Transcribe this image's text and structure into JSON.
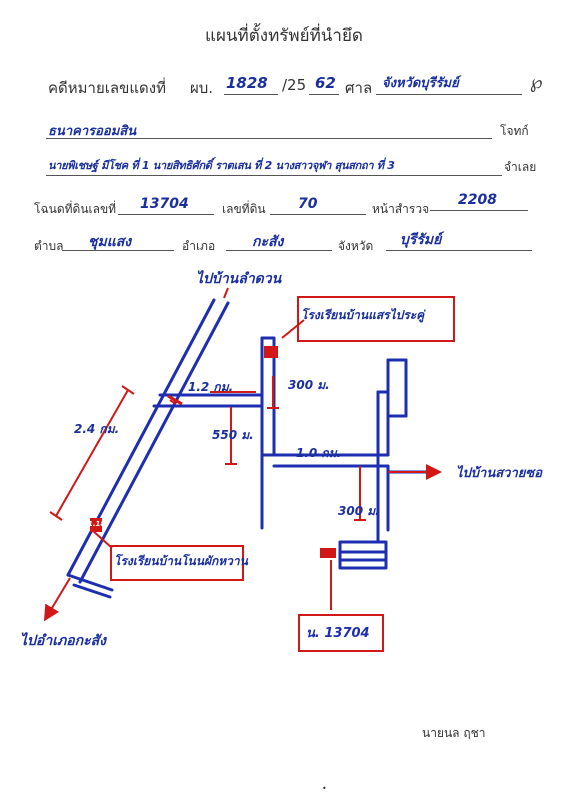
{
  "header": {
    "title": "แผนที่ตั้งทรัพย์ที่นำยึด"
  },
  "case": {
    "label": "คดีหมายเลขแดงที่",
    "prefix": "ผบ.",
    "number": "1828",
    "year_prefix": "/25",
    "year": "62",
    "court_label": "ศาล",
    "court": "จังหวัดบุรีรัมย์"
  },
  "parties": {
    "plaintiff": "ธนาคารออมสิน",
    "plaintiff_label": "โจทก์",
    "defendant": "นายพิเชษฐ์ มีโชค ที่ 1 นายสิทธิศักดิ์ ราตเสน ที่ 2 นางสาวจุฬา สุนสกถา ที่ 3",
    "defendant_label": "จำเลย"
  },
  "deed": {
    "deed_label": "โฉนดที่ดินเลขที่",
    "deed_no": "13704",
    "land_label": "เลขที่ดิน",
    "land_no": "70",
    "survey_label": "หน้าสำรวจ",
    "survey_no": "2208"
  },
  "location": {
    "subdistrict_label": "ตำบล",
    "subdistrict": "ชุมแสง",
    "district_label": "อำเภอ",
    "district": "กะสัง",
    "province_label": "จังหวัด",
    "province": "บุรีรัมย์"
  },
  "map": {
    "to_top": "ไปบ้านลำดวน",
    "to_bottom": "ไปอำเภอกะสัง",
    "to_right": "ไปบ้านสวายซอ",
    "school_top": "โรงเรียนบ้านแสรไประคู่",
    "school_left": "โรงเรียนบ้านโนนผักหวาน",
    "deed_box": "น. 13704",
    "dist_main": "2.4 กม.",
    "dist_branch": "1.2 กม.",
    "dist_school": "300 ม.",
    "dist_550": "550 ม.",
    "dist_road2": "1.0 กม.",
    "dist_300b": "300 ม.",
    "small_code": "1.18"
  },
  "footer": {
    "signature": "นายนล ฤชา"
  },
  "colors": {
    "road": "#1d2fb0",
    "marker": "#d01818"
  }
}
